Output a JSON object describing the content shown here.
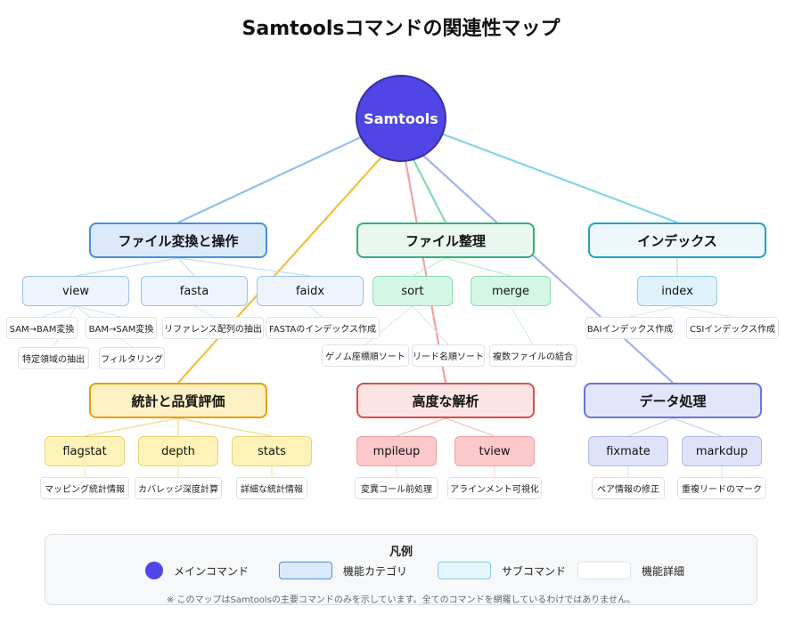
{
  "title": "Samtoolsコマンドの関連性マップ",
  "root": {
    "label": "Samtools"
  },
  "categories": {
    "file_conversion": {
      "label": "ファイル変換と操作",
      "subcommands": {
        "view": {
          "label": "view",
          "details": [
            "SAM→BAM変換",
            "BAM→SAM変換",
            "特定領域の抽出",
            "フィルタリング"
          ]
        },
        "fasta": {
          "label": "fasta",
          "details": [
            "リファレンス配列の抽出"
          ]
        },
        "faidx": {
          "label": "faidx",
          "details": [
            "FASTAのインデックス作成"
          ]
        }
      }
    },
    "file_organization": {
      "label": "ファイル整理",
      "subcommands": {
        "sort": {
          "label": "sort",
          "details": [
            "ゲノム座標順ソート",
            "リード名順ソート"
          ]
        },
        "merge": {
          "label": "merge",
          "details": [
            "複数ファイルの結合"
          ]
        }
      }
    },
    "index": {
      "label": "インデックス",
      "subcommands": {
        "index": {
          "label": "index",
          "details": [
            "BAIインデックス作成",
            "CSIインデックス作成"
          ]
        }
      }
    },
    "stats_qc": {
      "label": "統計と品質評価",
      "subcommands": {
        "flagstat": {
          "label": "flagstat",
          "details": [
            "マッピング統計情報"
          ]
        },
        "depth": {
          "label": "depth",
          "details": [
            "カバレッジ深度計算"
          ]
        },
        "stats": {
          "label": "stats",
          "details": [
            "詳細な統計情報"
          ]
        }
      }
    },
    "advanced": {
      "label": "高度な解析",
      "subcommands": {
        "mpileup": {
          "label": "mpileup",
          "details": [
            "変異コール前処理"
          ]
        },
        "tview": {
          "label": "tview",
          "details": [
            "アラインメント可視化"
          ]
        }
      }
    },
    "data_processing": {
      "label": "データ処理",
      "subcommands": {
        "fixmate": {
          "label": "fixmate",
          "details": [
            "ペア情報の修正"
          ]
        },
        "markdup": {
          "label": "markdup",
          "details": [
            "重複リードのマーク"
          ]
        }
      }
    }
  },
  "legend": {
    "title": "凡例",
    "items": [
      "メインコマンド",
      "機能カテゴリ",
      "サブコマンド",
      "機能詳細"
    ],
    "note": "※ このマップはSamtoolsの主要コマンドのみを示しています。全てのコマンドを網羅しているわけではありません。"
  },
  "colors": {
    "root": "#4f46e5",
    "file_conversion": "#4a90d9",
    "file_organization": "#2fb27a",
    "index": "#1ea3c4",
    "stats_qc": "#e3a008",
    "advanced": "#dc4c4c",
    "data_processing": "#6b74d6"
  }
}
